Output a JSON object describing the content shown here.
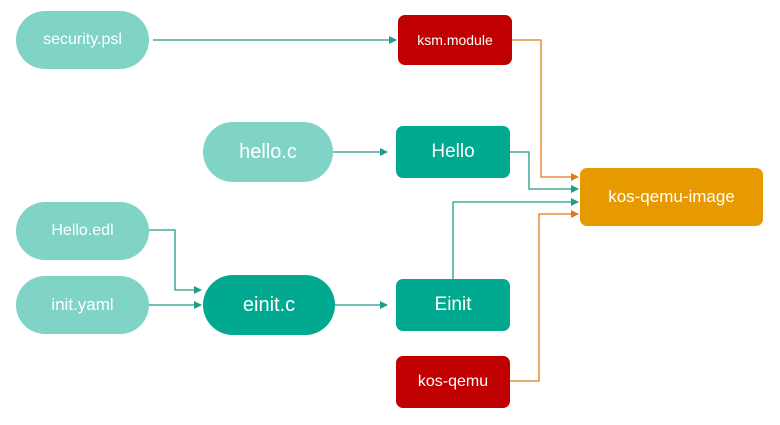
{
  "colors": {
    "source_light": "#7fd4c6",
    "source_dark": "#00a98f",
    "binary": "#00a98f",
    "external": "#c00000",
    "image": "#e69a00",
    "edge_teal": "#1f9c8c",
    "edge_orange": "#e07a1a"
  },
  "nodes": {
    "security_psl": "security.psl",
    "ksm_module": "ksm.module",
    "hello_c": "hello.c",
    "hello": "Hello",
    "kos_qemu_image": "kos-qemu-image",
    "hello_edl": "Hello.edl",
    "init_yaml": "init.yaml",
    "einit_c": "einit.c",
    "einit": "Einit",
    "kos_qemu": "kos-qemu"
  }
}
